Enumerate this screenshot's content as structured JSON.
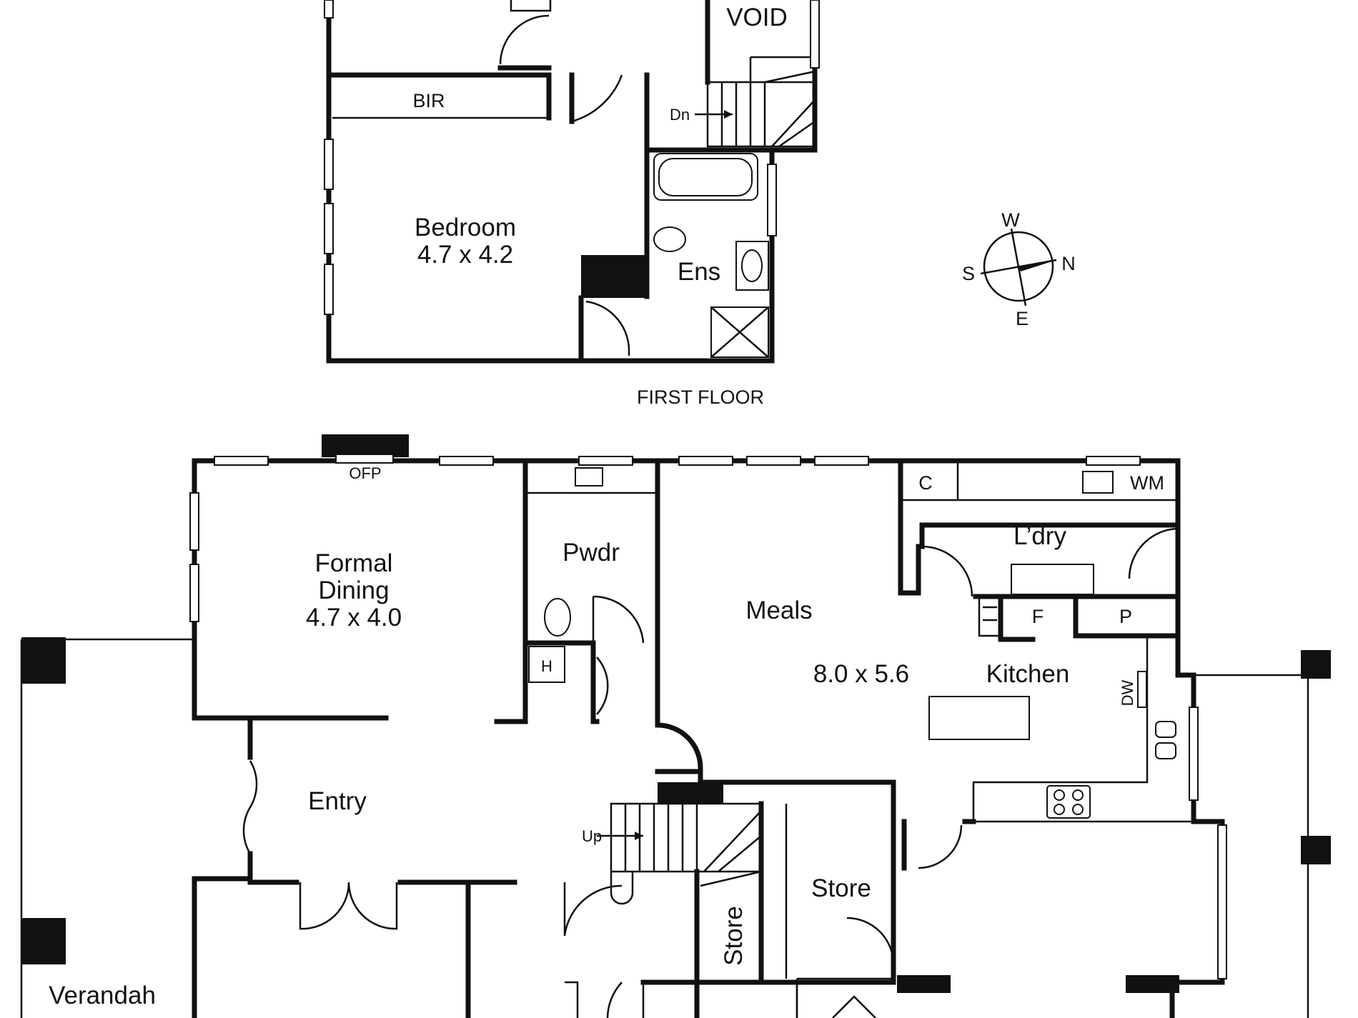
{
  "first_floor": {
    "void": "VOID",
    "bir": "BIR",
    "dn": "Dn",
    "bedroom": "Bedroom",
    "bedroom_size": "4.7 x 4.2",
    "ens": "Ens",
    "floor_label": "FIRST FLOOR"
  },
  "compass": {
    "w": "W",
    "n": "N",
    "s": "S",
    "e": "E"
  },
  "ground_floor": {
    "ofp": "OFP",
    "formal": "Formal",
    "dining": "Dining",
    "dining_size": "4.7 x 4.0",
    "pwdr": "Pwdr",
    "h": "H",
    "meals": "Meals",
    "meals_size": "8.0 x 5.6",
    "kitchen": "Kitchen",
    "c": "C",
    "wm": "WM",
    "ldry": "L’dry",
    "f": "F",
    "p": "P",
    "dw": "DW",
    "entry": "Entry",
    "up": "Up",
    "store_1": "Store",
    "store_2": "Store",
    "verandah": "Verandah"
  }
}
